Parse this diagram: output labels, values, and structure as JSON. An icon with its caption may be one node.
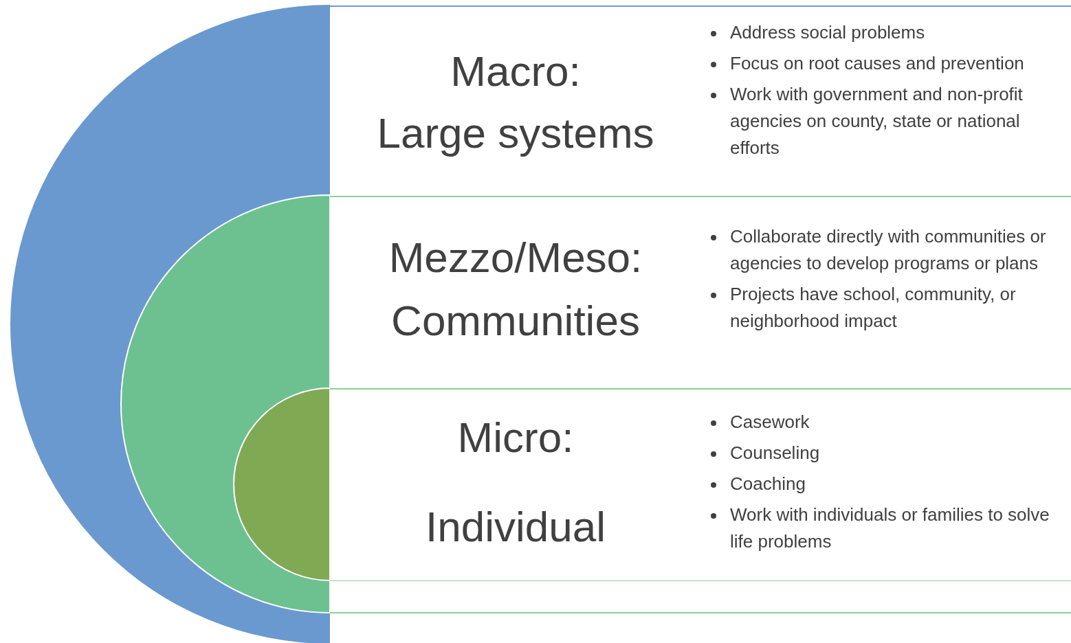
{
  "diagram": {
    "nodes": [
      {
        "text": [
          "Macro:",
          "Large systems",
          "Address social problems",
          "Focus on root causes and prevention",
          "Work with government and non-profit agencies on county, state or national efforts"
        ]
      },
      {
        "text": [
          "Mezzo/Meso:",
          "Communities",
          "Collaborate directly with communities or agencies to develop programs or plans",
          "Projects have school, community, or neighborhood impact"
        ]
      },
      {
        "text": [
          "Micro:",
          "Individual",
          "Casework",
          "Counseling",
          "Coaching",
          "Work with individuals or families to solve life problems"
        ]
      }
    ]
  }
}
